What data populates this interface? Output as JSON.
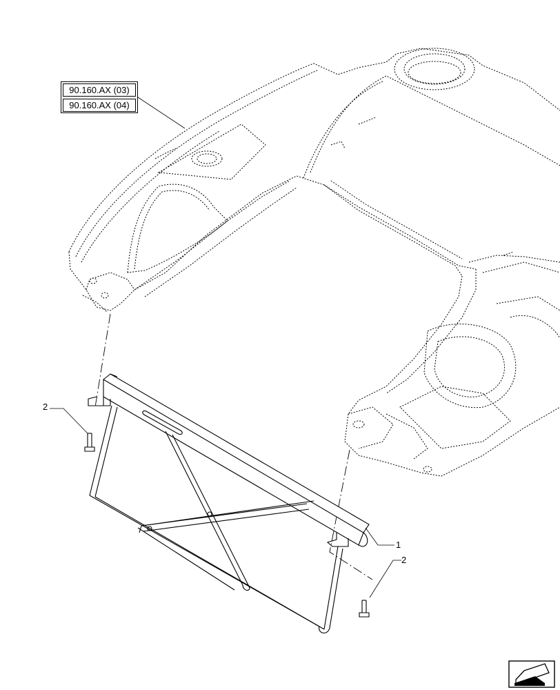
{
  "references": [
    "90.160.AX (03)",
    "90.160.AX (04)"
  ],
  "callouts": {
    "item_1": "1",
    "item_2_left": "2",
    "item_2_right": "2"
  },
  "icons": {
    "navigation": "next-page-arrow-icon"
  }
}
